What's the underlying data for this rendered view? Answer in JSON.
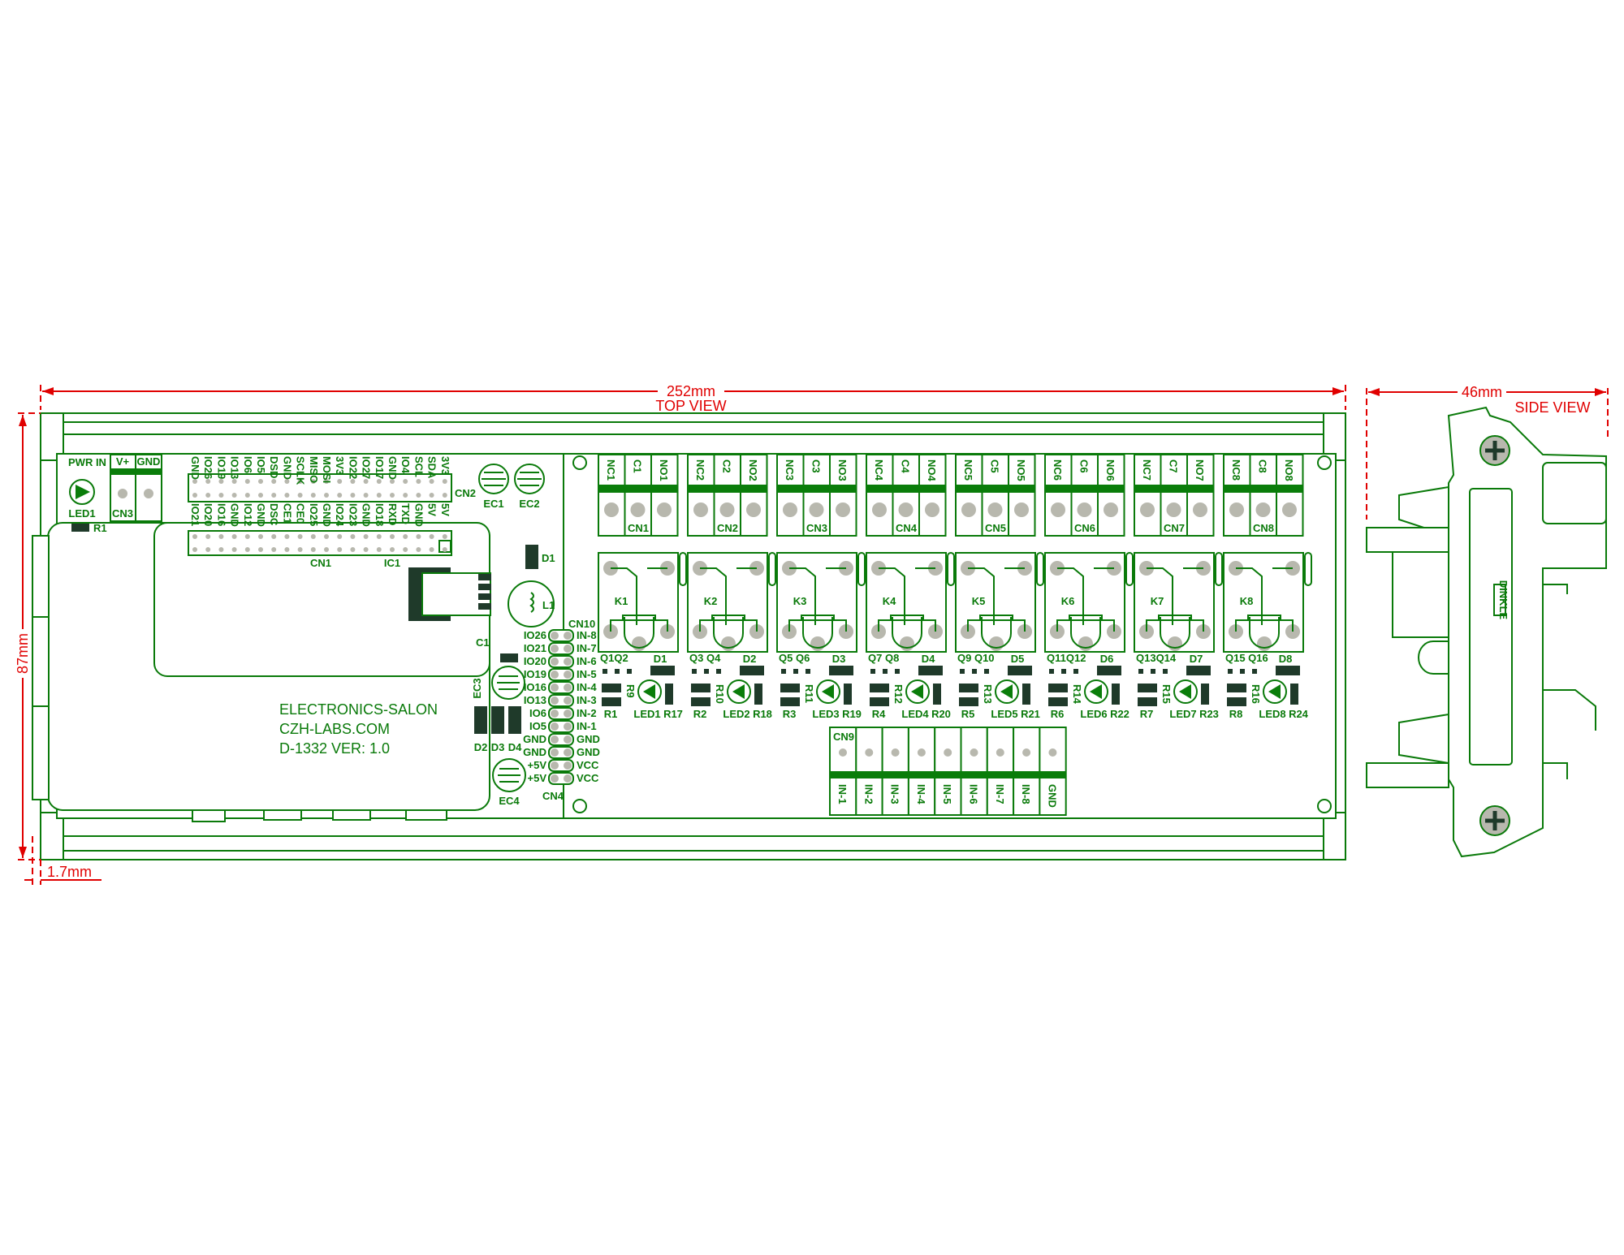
{
  "dimensions": {
    "width": "252mm",
    "height": "87mm",
    "offset": "1.7mm",
    "side_width": "46mm"
  },
  "views": {
    "top": "TOP VIEW",
    "side": "SIDE VIEW"
  },
  "pcb_text": [
    "ELECTRONICS-SALON",
    "CZH-LABS.COM",
    "D-1332  VER: 1.0"
  ],
  "power": {
    "title": "PWR IN",
    "pins": [
      "V+",
      "GND"
    ],
    "connector": "CN3",
    "led": "LED1",
    "resistor": "R1"
  },
  "gpio_header": {
    "connector": "CN2",
    "top_labels": [
      "GND",
      "IO26",
      "IO19",
      "IO13",
      "IO6",
      "IO5",
      "DSD",
      "GND",
      "SCLK",
      "MISO",
      "MOSI",
      "3V3",
      "IO22",
      "IO27",
      "IO17",
      "GND",
      "IO4",
      "SCL",
      "SDA",
      "3V3"
    ],
    "bottom_labels": [
      "IO21",
      "IO20",
      "IO16",
      "GND",
      "IO12",
      "GND",
      "DSC",
      "CE1",
      "CE0",
      "IO25",
      "GND",
      "IO24",
      "IO23",
      "GND",
      "IO18",
      "RXD",
      "TXD",
      "GND",
      "5V",
      "5V"
    ]
  },
  "pi_header": {
    "connector": "CN1",
    "ic": "IC1"
  },
  "components": {
    "ec1": "EC1",
    "ec2": "EC2",
    "ec3": "EC3",
    "ec4": "EC4",
    "d1": "D1",
    "l1": "L1",
    "c1": "C1",
    "d2": "D2",
    "d3": "D3",
    "d4": "D4"
  },
  "cn10": {
    "label": "CN10",
    "cn4": "CN4",
    "left": [
      "IO26",
      "IO21",
      "IO20",
      "IO19",
      "IO16",
      "IO13",
      "IO6",
      "IO5",
      "GND",
      "GND",
      "+5V",
      "+5V"
    ],
    "right": [
      "IN-8",
      "IN-7",
      "IN-6",
      "IN-5",
      "IN-4",
      "IN-3",
      "IN-2",
      "IN-1",
      "GND",
      "GND",
      "VCC",
      "VCC"
    ]
  },
  "relays": [
    {
      "k": "K1",
      "terminals": [
        "NC1",
        "C1",
        "NO1"
      ],
      "cn": "CN1",
      "q": "Q1Q2",
      "d": "D1",
      "led": "LED1",
      "r": "R1",
      "rv": "R9",
      "rl": "R17"
    },
    {
      "k": "K2",
      "terminals": [
        "NC2",
        "C2",
        "NO2"
      ],
      "cn": "CN2",
      "q": "Q3 Q4",
      "d": "D2",
      "led": "LED2",
      "r": "R2",
      "rv": "R10",
      "rl": "R18"
    },
    {
      "k": "K3",
      "terminals": [
        "NC3",
        "C3",
        "NO3"
      ],
      "cn": "CN3",
      "q": "Q5 Q6",
      "d": "D3",
      "led": "LED3",
      "r": "R3",
      "rv": "R11",
      "rl": "R19"
    },
    {
      "k": "K4",
      "terminals": [
        "NC4",
        "C4",
        "NO4"
      ],
      "cn": "CN4",
      "q": "Q7 Q8",
      "d": "D4",
      "led": "LED4",
      "r": "R4",
      "rv": "R12",
      "rl": "R20"
    },
    {
      "k": "K5",
      "terminals": [
        "NC5",
        "C5",
        "NO5"
      ],
      "cn": "CN5",
      "q": "Q9 Q10",
      "d": "D5",
      "led": "LED5",
      "r": "R5",
      "rv": "R13",
      "rl": "R21"
    },
    {
      "k": "K6",
      "terminals": [
        "NC6",
        "C6",
        "NO6"
      ],
      "cn": "CN6",
      "q": "Q11Q12",
      "d": "D6",
      "led": "LED6",
      "r": "R6",
      "rv": "R14",
      "rl": "R22"
    },
    {
      "k": "K7",
      "terminals": [
        "NC7",
        "C7",
        "NO7"
      ],
      "cn": "CN7",
      "q": "Q13Q14",
      "d": "D7",
      "led": "LED7",
      "r": "R7",
      "rv": "R15",
      "rl": "R23"
    },
    {
      "k": "K8",
      "terminals": [
        "NC8",
        "C8",
        "NO8"
      ],
      "cn": "CN8",
      "q": "Q15 Q16",
      "d": "D8",
      "led": "LED8",
      "r": "R8",
      "rv": "R16",
      "rl": "R24"
    }
  ],
  "cn9": {
    "label": "CN9",
    "pins": [
      "IN-1",
      "IN-2",
      "IN-3",
      "IN-4",
      "IN-5",
      "IN-6",
      "IN-7",
      "IN-8",
      "GND"
    ]
  },
  "side": {
    "brand": "DINKLE"
  },
  "colors": {
    "pcb_green": "#0a7a0a",
    "dimension_red": "#e00000",
    "pad_grey": "#b8b8ae"
  }
}
